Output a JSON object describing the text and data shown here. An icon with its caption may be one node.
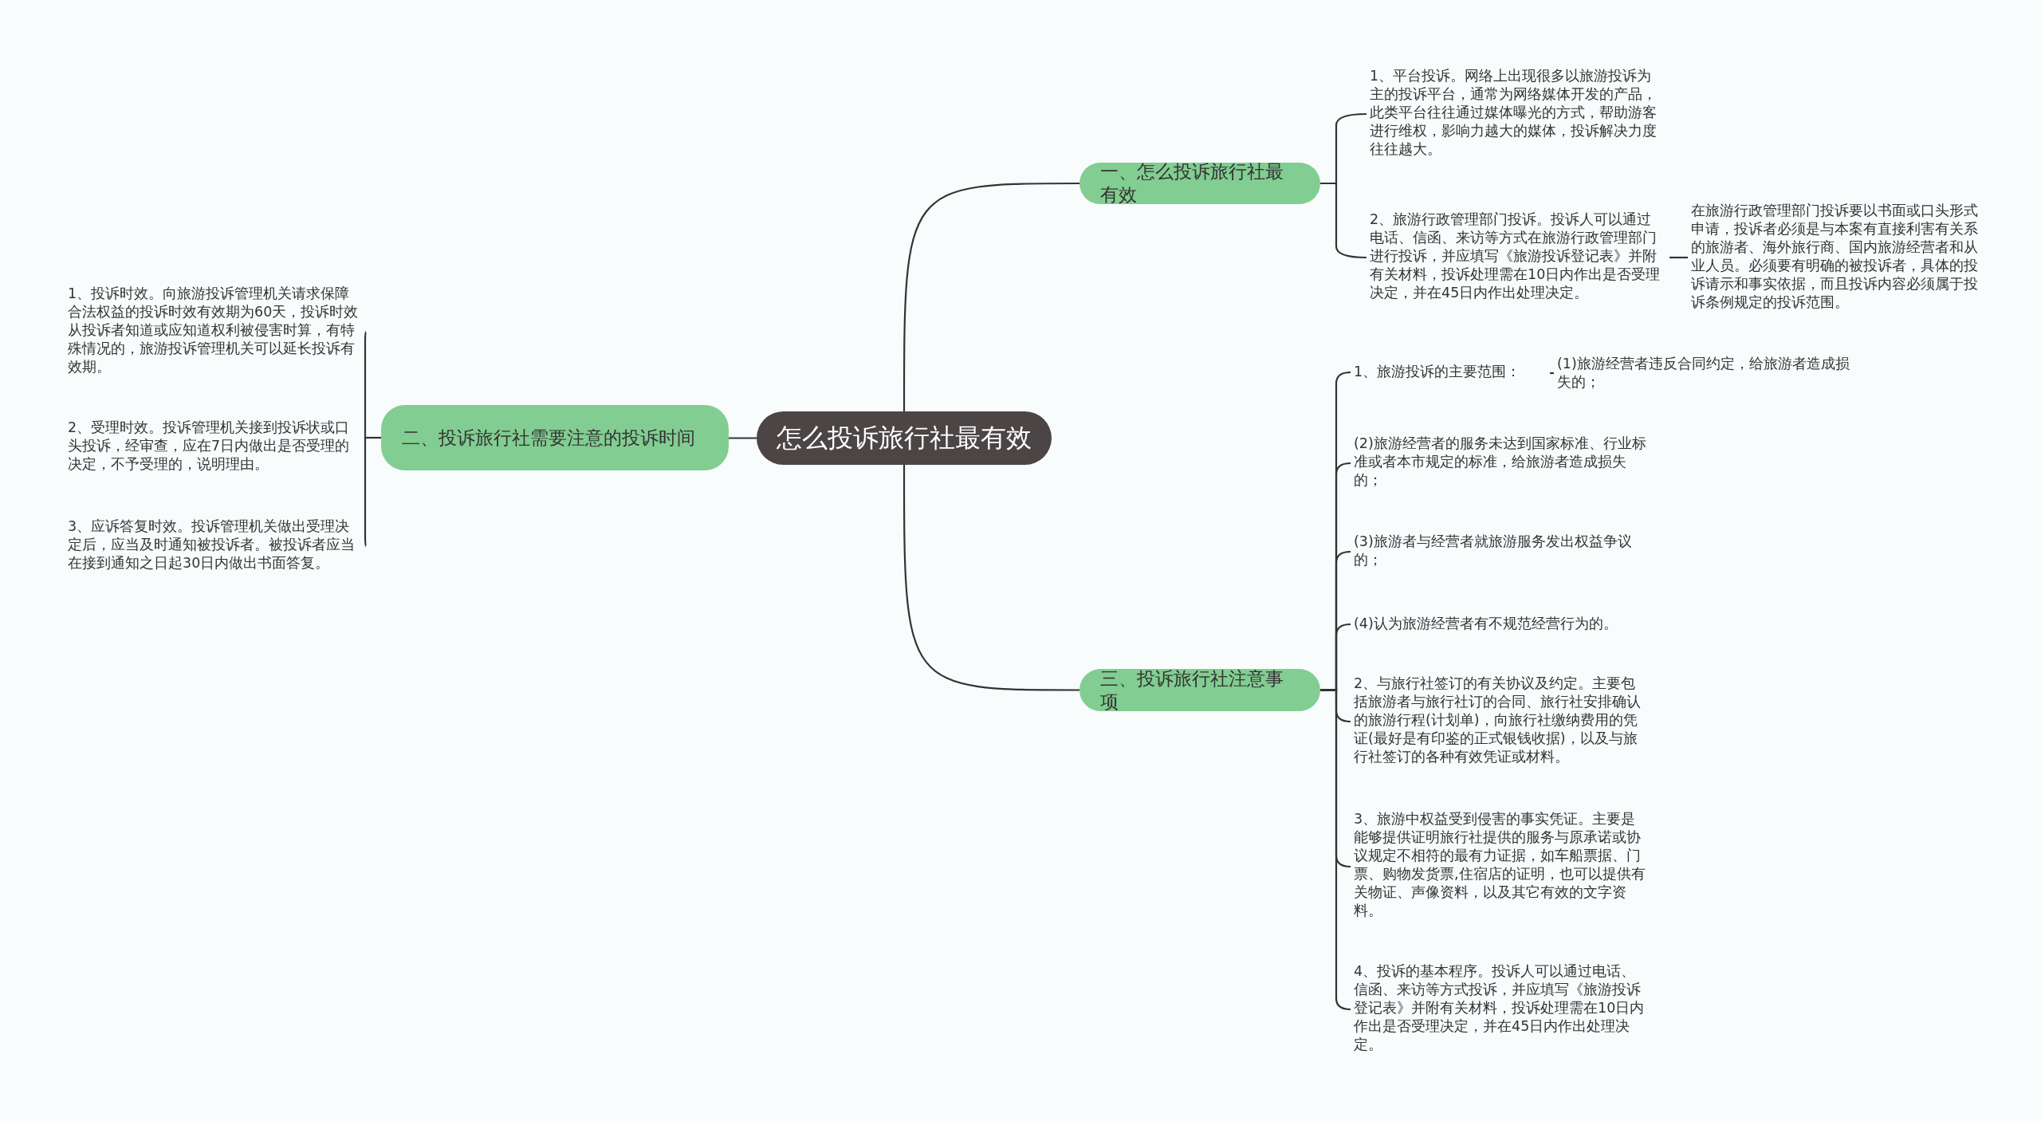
{
  "diagram": {
    "nodes": [
      {
        "text": [
          "怎么投诉旅行社最有效"
        ]
      },
      {
        "text": [
          "一、怎么投诉旅行社最有效"
        ]
      },
      {
        "text": [
          "1、平台投诉。网络上出现很多以旅游投诉为主的投诉平台，通常为网络媒体开发的产品，此类平台往往通过媒体曝光的方式，帮助游客进行维权，影响力越大的媒体，投诉解决力度往往越大。"
        ]
      },
      {
        "text": [
          "2、旅游行政管理部门投诉。投诉人可以通过电话、信函、来访等方式在旅游行政管理部门进行投诉，并应填写《旅游投诉登记表》并附有关材料，投诉处理需在10日内作出是否受理决定，并在45日内作出处理决定。"
        ]
      },
      {
        "text": [
          "在旅游行政管理部门投诉要以书面或口头形式申请，投诉者必须是与本案有直接利害有关系的旅游者、海外旅行商、国内旅游经营者和从业人员。必须要有明确的被投诉者，具体的投诉请示和事实依据，而且投诉内容必须属于投诉条例规定的投诉范围。"
        ]
      },
      {
        "text": [
          "二、投诉旅行社需要注意的投诉时间"
        ]
      },
      {
        "text": [
          "1、投诉时效。向旅游投诉管理机关请求保障合法权益的投诉时效有效期为60天，投诉时效从投诉者知道或应知道权利被侵害时算，有特殊情况的，旅游投诉管理机关可以延长投诉有效期。"
        ]
      },
      {
        "text": [
          "2、受理时效。投诉管理机关接到投诉状或口头投诉，经审查，应在7日内做出是否受理的决定，不予受理的，说明理由。"
        ]
      },
      {
        "text": [
          "3、应诉答复时效。投诉管理机关做出受理决定后，应当及时通知被投诉者。被投诉者应当在接到通知之日起30日内做出书面答复。"
        ]
      },
      {
        "text": [
          "三、投诉旅行社注意事项"
        ]
      },
      {
        "text": [
          "1、旅游投诉的主要范围："
        ]
      },
      {
        "text": [
          "(1)旅游经营者违反合同约定，给旅游者造成损失的；"
        ]
      },
      {
        "text": [
          "(2)旅游经营者的服务未达到国家标准、行业标准或者本市规定的标准，给旅游者造成损失的；"
        ]
      },
      {
        "text": [
          "(3)旅游者与经营者就旅游服务发出权益争议的；"
        ]
      },
      {
        "text": [
          "(4)认为旅游经营者有不规范经营行为的。"
        ]
      },
      {
        "text": [
          "2、与旅行社签订的有关协议及约定。主要包括旅游者与旅行社订的合同、旅行社安排确认的旅游行程(计划单)，向旅行社缴纳费用的凭证(最好是有印鉴的正式银钱收据)，以及与旅行社签订的各种有效凭证或材料。"
        ]
      },
      {
        "text": [
          "3、旅游中权益受到侵害的事实凭证。主要是能够提供证明旅行社提供的服务与原承诺或协议规定不相符的最有力证据，如车船票据、门票、购物发货票,住宿店的证明，也可以提供有关物证、声像资料，以及其它有效的文字资料。"
        ]
      },
      {
        "text": [
          "4、投诉的基本程序。投诉人可以通过电话、信函、来访等方式投诉，并应填写《旅游投诉登记表》并附有关材料，投诉处理需在10日内作出是否受理决定，并在45日内作出处理决定。"
        ]
      }
    ],
    "edges": [
      {
        "from": 0,
        "to": 1,
        "arrow": "none"
      },
      {
        "from": 0,
        "to": 5,
        "arrow": "none"
      },
      {
        "from": 0,
        "to": 9,
        "arrow": "none"
      },
      {
        "from": 1,
        "to": 2,
        "arrow": "none"
      },
      {
        "from": 1,
        "to": 3,
        "arrow": "none"
      },
      {
        "from": 3,
        "to": 4,
        "arrow": "none"
      },
      {
        "from": 5,
        "to": 6,
        "arrow": "none"
      },
      {
        "from": 5,
        "to": 7,
        "arrow": "none"
      },
      {
        "from": 5,
        "to": 8,
        "arrow": "none"
      },
      {
        "from": 9,
        "to": 10,
        "arrow": "none"
      },
      {
        "from": 10,
        "to": 11,
        "arrow": "none"
      },
      {
        "from": 9,
        "to": 12,
        "arrow": "none"
      },
      {
        "from": 9,
        "to": 13,
        "arrow": "none"
      },
      {
        "from": 9,
        "to": 14,
        "arrow": "none"
      },
      {
        "from": 9,
        "to": 15,
        "arrow": "none"
      },
      {
        "from": 9,
        "to": 16,
        "arrow": "none"
      },
      {
        "from": 9,
        "to": 17,
        "arrow": "none"
      }
    ]
  }
}
